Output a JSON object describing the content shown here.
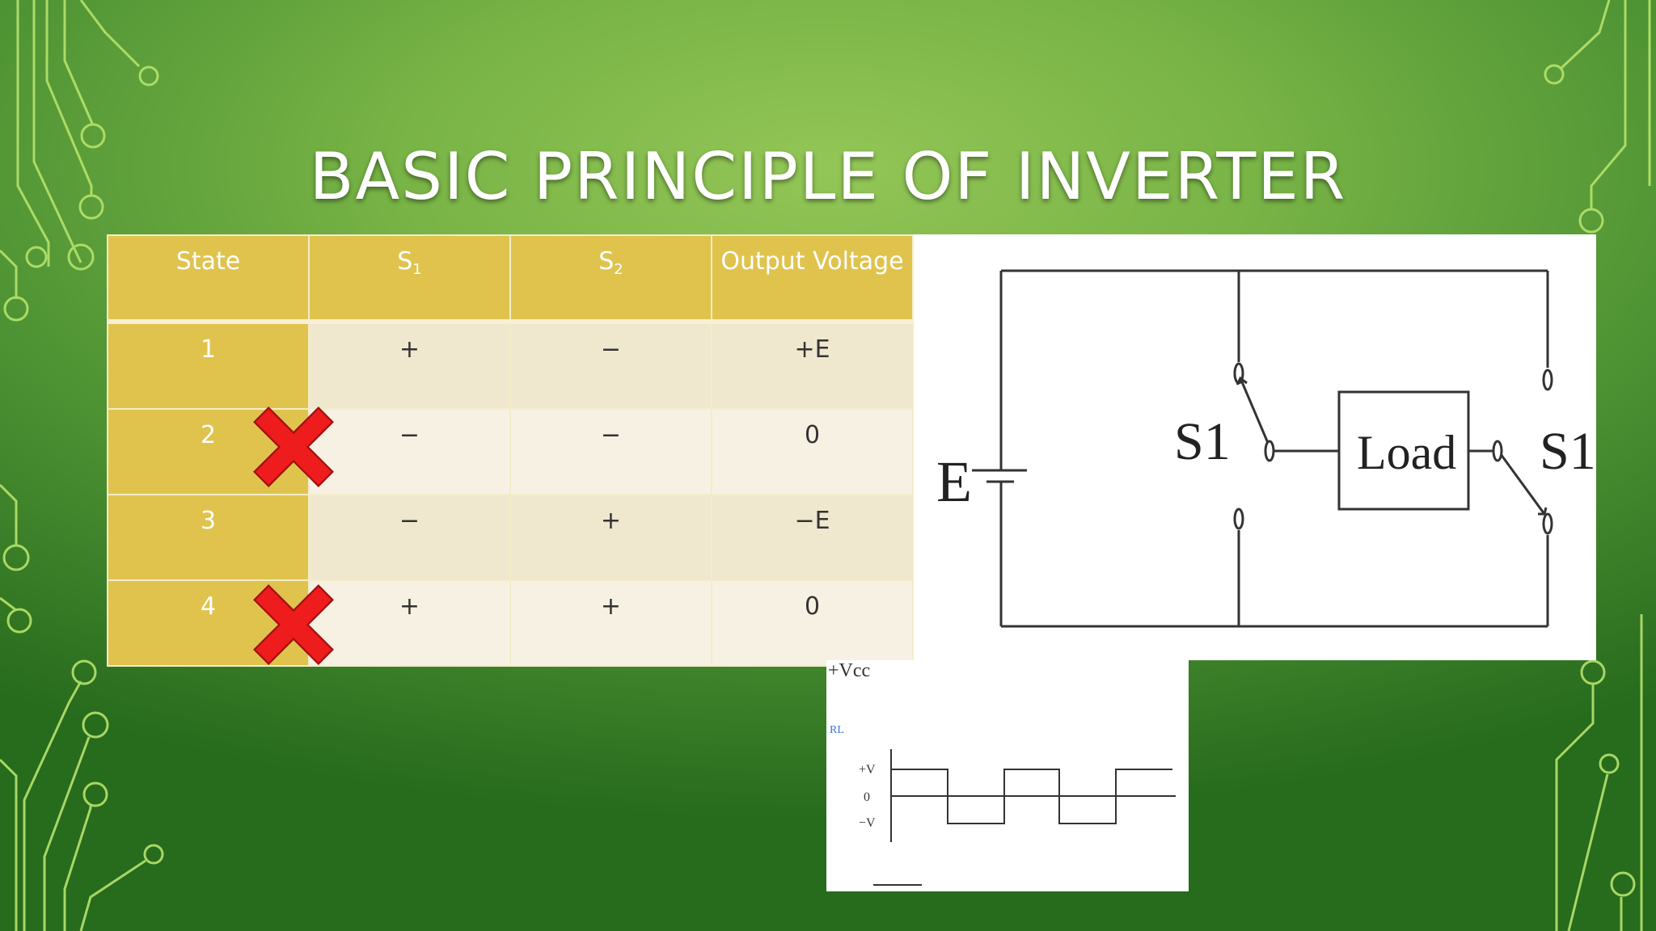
{
  "title": "BASIC PRINCIPLE OF INVERTER",
  "table": {
    "headers": {
      "state": "State",
      "s1": "S",
      "s1_sub": "1",
      "s2": "S",
      "s2_sub": "2",
      "output": "Output Voltage"
    },
    "rows": [
      {
        "state": "1",
        "s1": "+",
        "s2": "−",
        "output": "+E",
        "crossed": false
      },
      {
        "state": "2",
        "s1": "−",
        "s2": "−",
        "output": "0",
        "crossed": true
      },
      {
        "state": "3",
        "s1": "−",
        "s2": "+",
        "output": "−E",
        "crossed": false
      },
      {
        "state": "4",
        "s1": "+",
        "s2": "+",
        "output": "0",
        "crossed": true
      }
    ]
  },
  "circuit": {
    "source_label": "E",
    "switch_left_label": "S1",
    "switch_right_label": "S1",
    "load_label": "Load"
  },
  "waveform": {
    "top_label": "+Vcc",
    "rl_label": "RL",
    "plus_v": "+V",
    "zero": "0",
    "minus_v": "−V"
  },
  "colors": {
    "header": "#dfc34d",
    "cross": "#ee1c1c",
    "circuit_line": "#333333"
  }
}
